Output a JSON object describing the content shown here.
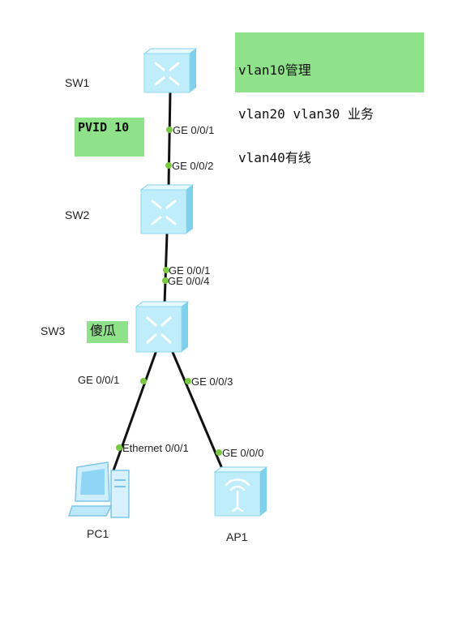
{
  "colors": {
    "note_bg": "#8fe28a",
    "link": "#111111",
    "port_dot": "#7ac943",
    "switch_face": "#bfeefa",
    "switch_side": "#7fd0ea"
  },
  "notes": {
    "vlan": [
      "vlan10管理",
      "vlan20 vlan30 业务",
      "vlan40有线"
    ],
    "pvid": "PVID 10",
    "sw3": "傻瓜"
  },
  "devices": {
    "sw1": {
      "label": "SW1",
      "icon": "switch-icon"
    },
    "sw2": {
      "label": "SW2",
      "icon": "switch-icon"
    },
    "sw3": {
      "label": "SW3",
      "icon": "switch-icon"
    },
    "pc1": {
      "label": "PC1",
      "icon": "pc-icon"
    },
    "ap1": {
      "label": "AP1",
      "icon": "access-point-icon"
    }
  },
  "ports": {
    "sw1_ge001": "GE 0/0/1",
    "sw2_ge002": "GE 0/0/2",
    "sw2_ge001": "GE 0/0/1",
    "sw3_ge004": "GE 0/0/4",
    "sw3_ge001": "GE 0/0/1",
    "sw3_ge003": "GE 0/0/3",
    "pc1_eth001": "Ethernet 0/0/1",
    "ap1_ge000": "GE 0/0/0"
  }
}
